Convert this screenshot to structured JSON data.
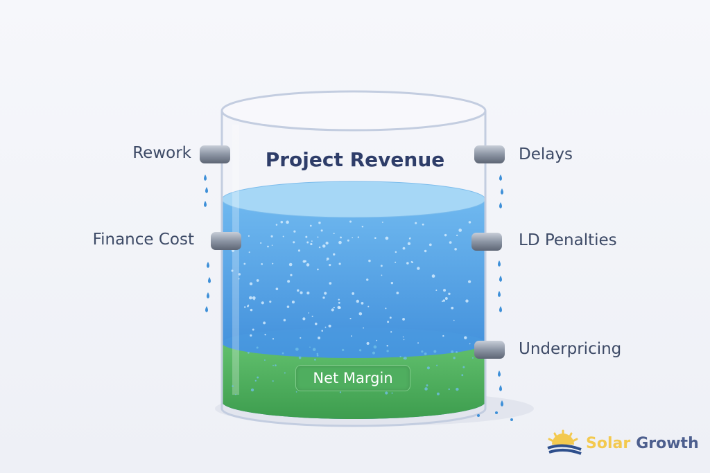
{
  "title": "Project Revenue",
  "tank_label": "Net Margin",
  "leaks_left": [
    "Rework",
    "Finance Cost"
  ],
  "leaks_right": [
    "Delays",
    "LD Penalties",
    "Underpricing"
  ],
  "brand": {
    "word1": "Solar",
    "word2": "Growth"
  },
  "colors": {
    "water": "#3f8fdc",
    "margin": "#4caf5c",
    "text": "#2e3d69",
    "sun": "#f3c94f"
  }
}
